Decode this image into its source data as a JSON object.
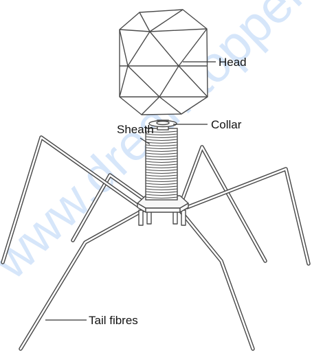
{
  "watermark": "www.dreamtopper",
  "labels": {
    "head": "Head",
    "collar": "Collar",
    "sheath": "Sheath",
    "tail_fibres": "Tail fibres"
  },
  "colors": {
    "stroke": "#4a4a4a",
    "fill": "#ffffff",
    "watermark": "#d6e6fa"
  }
}
